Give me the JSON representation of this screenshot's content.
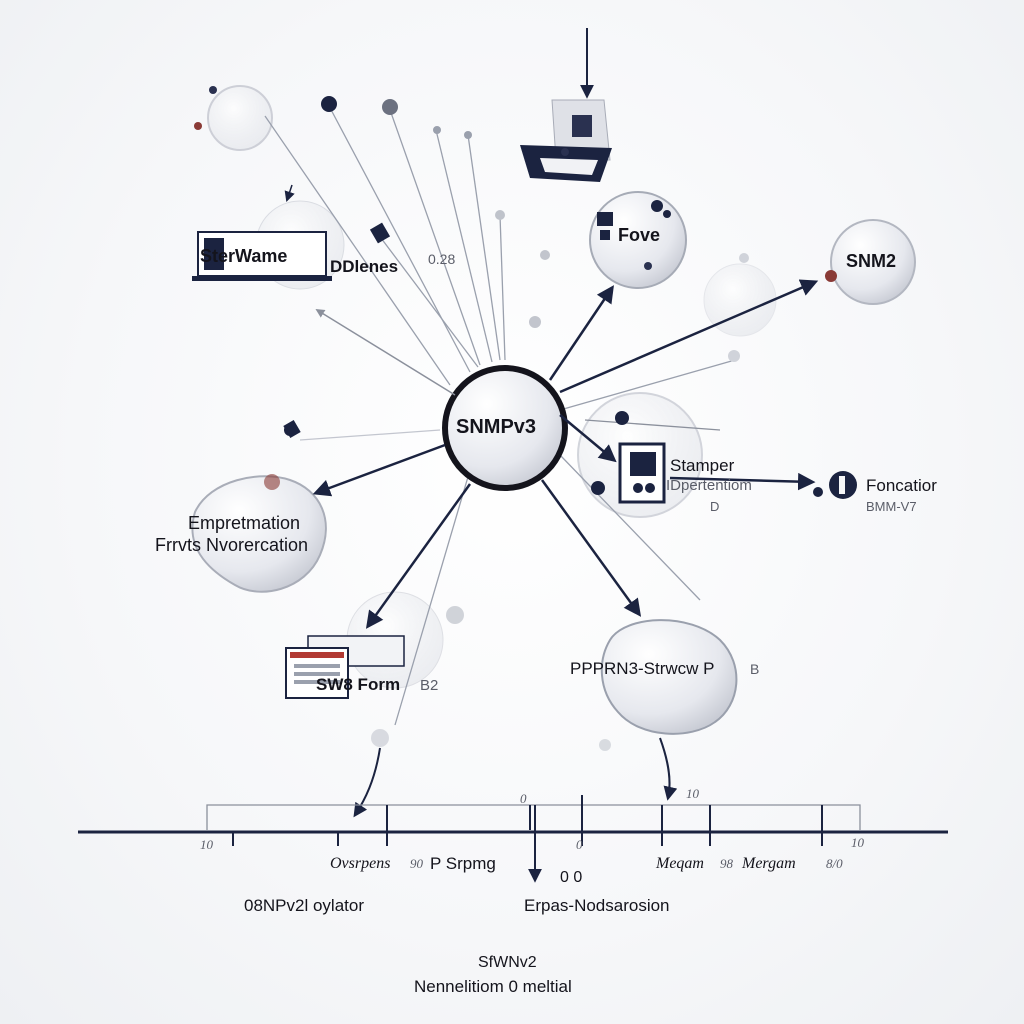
{
  "hub": {
    "label": "SNMPv3"
  },
  "nodes": {
    "softwarename": {
      "label": "SterWame",
      "sub": "DDlenes",
      "value": "0.28"
    },
    "fove": {
      "label": "Fove"
    },
    "snm2": {
      "label": "SNM2"
    },
    "stamper": {
      "label": "Stamper",
      "sub": "IDpertentiom",
      "value": "D"
    },
    "foncatior": {
      "label": "Foncatior",
      "sub": "BMM-V7"
    },
    "empretmation": {
      "line1": "Empretmation",
      "line2": "Frrvts Nvorercation"
    },
    "sw8form": {
      "label": "SW8 Form",
      "value": "B2"
    },
    "ppprn3": {
      "label": "PPPRN3-Strwcw P",
      "value": "B"
    }
  },
  "timeline": {
    "tick_left": "10",
    "tick_right": "10",
    "tick_mid_1": "0",
    "tick_mid_2": "0",
    "bracket_label": "10",
    "labels": {
      "ovsrpens": "Ovsrpens",
      "ovsrpens_value": "90",
      "psrpmg": "P Srpmg",
      "zero_zero": "0 0",
      "meqam": "Meqam",
      "meqam_value": "98",
      "mergam": "Mergam",
      "mergam_value": "8/0"
    },
    "left_caption": "08NPv2l oylator",
    "right_caption": "Erpas-Nodsarosion"
  },
  "footer": {
    "line1": "SfWNv2",
    "line2": "Nennelitiom 0 meltial"
  },
  "colors": {
    "navy": "#1b2340",
    "line": "#9aa0ad",
    "bubble": "#e9ebef",
    "dot_red": "#8a3a36"
  }
}
